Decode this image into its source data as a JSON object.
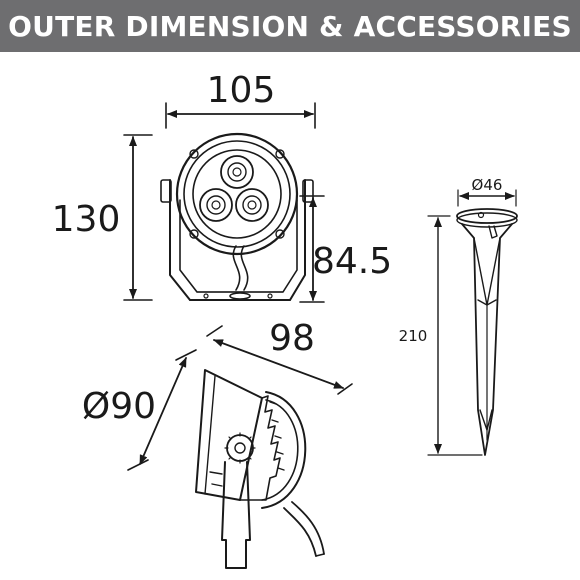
{
  "header": {
    "title": "OUTER DIMENSION & ACCESSORIES",
    "background": "#6e6e70",
    "text_color": "#ffffff"
  },
  "dimensions": {
    "front_width": "105",
    "front_height": "130",
    "mount_height": "84.5",
    "side_length": "98",
    "diameter": "Ø90",
    "spike_diameter": "Ø46",
    "spike_length": "210"
  },
  "line_color": "#1a1a1a"
}
